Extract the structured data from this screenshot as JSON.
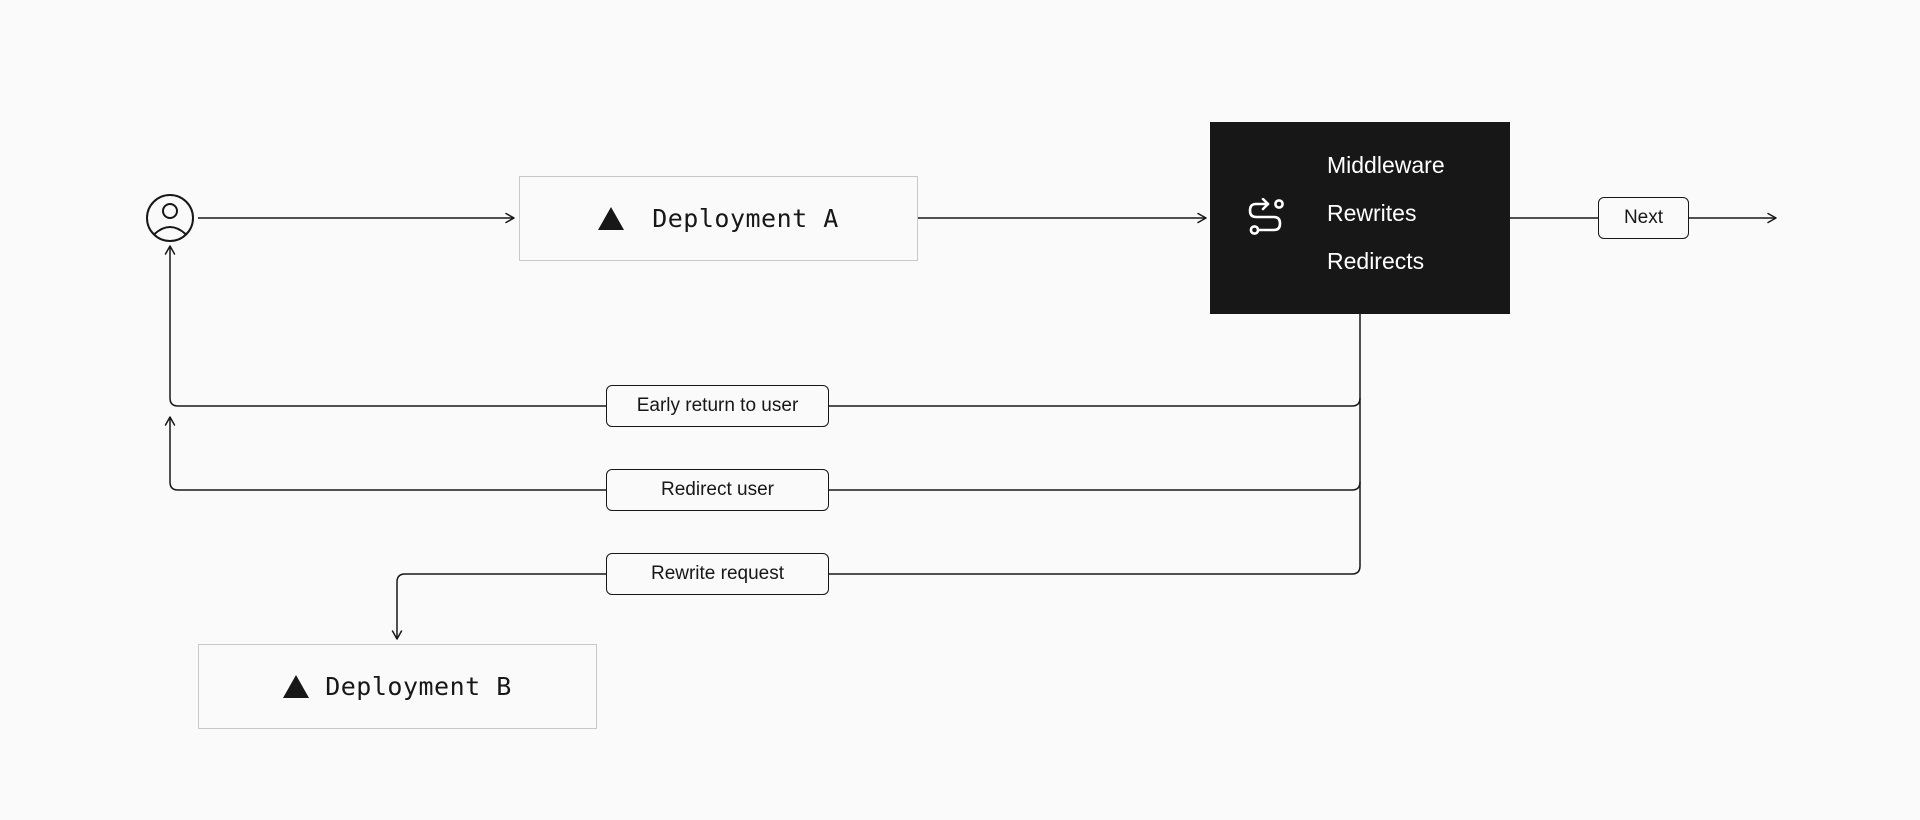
{
  "diagram": {
    "user": {
      "icon": "user-circle-icon"
    },
    "deployment_a": {
      "label": "Deployment A",
      "icon": "triangle-icon"
    },
    "deployment_b": {
      "label": "Deployment B",
      "icon": "triangle-icon"
    },
    "middleware": {
      "icon": "route-icon",
      "items": [
        "Middleware",
        "Rewrites",
        "Redirects"
      ]
    },
    "edges": {
      "early_return": "Early return to user",
      "redirect": "Redirect user",
      "rewrite": "Rewrite request",
      "next": "Next"
    }
  },
  "colors": {
    "background": "#fafafa",
    "ink": "#171717",
    "box_border": "#c9c9c9",
    "middleware_fill": "#171717",
    "middleware_text": "#ffffff"
  }
}
